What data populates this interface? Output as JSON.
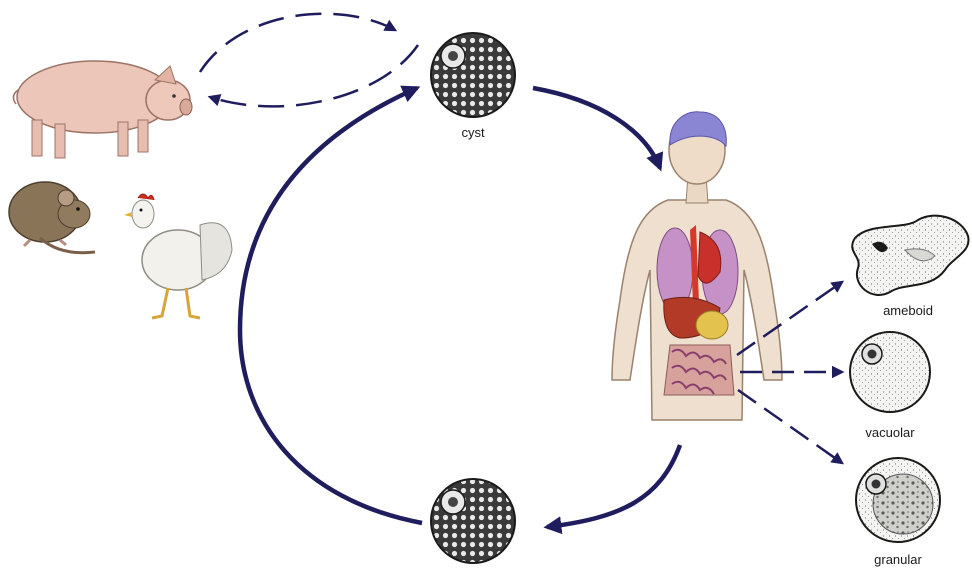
{
  "labels": {
    "cyst": "cyst",
    "ameboid": "ameboid",
    "vacuolar": "vacuolar",
    "granular": "granular"
  },
  "icons": {
    "pig": "pig-icon",
    "rat": "rat-icon",
    "chicken": "chicken-icon",
    "human": "human-body-icon",
    "cyst": "cyst-cell-icon",
    "ameboid": "ameboid-cell-icon",
    "vacuolar": "vacuolar-cell-icon",
    "granular": "granular-cell-icon"
  },
  "colors": {
    "arrow": "#1f1d5e",
    "background": "#ffffff",
    "cell_outline": "#222222"
  }
}
